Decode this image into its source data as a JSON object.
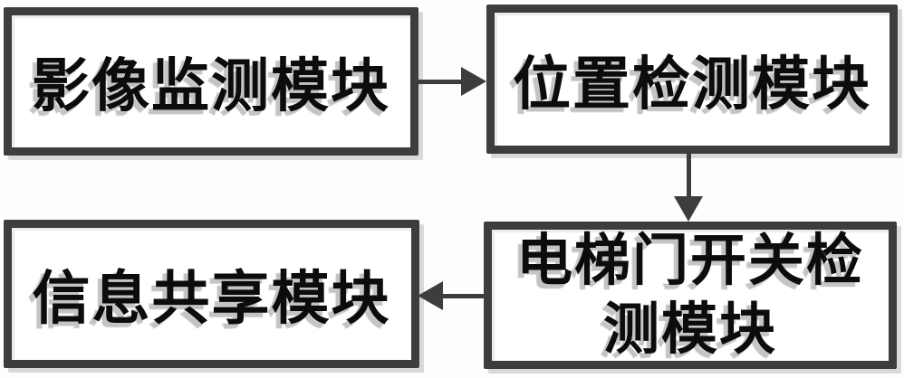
{
  "diagram": {
    "type": "block-diagram",
    "boxes": [
      {
        "id": "image-monitoring",
        "label": "影像监测模块"
      },
      {
        "id": "position-detection",
        "label": "位置检测模块"
      },
      {
        "id": "elevator-door-switch-detection",
        "label": "电梯门开关检测模块",
        "lines": [
          "电梯门开关检",
          "测模块"
        ]
      },
      {
        "id": "information-sharing",
        "label": "信息共享模块"
      }
    ],
    "connections": [
      {
        "from": "image-monitoring",
        "to": "position-detection",
        "direction": "right"
      },
      {
        "from": "position-detection",
        "to": "elevator-door-switch-detection",
        "direction": "down"
      },
      {
        "from": "elevator-door-switch-detection",
        "to": "information-sharing",
        "direction": "left"
      }
    ],
    "colors": {
      "box_border": "#3d3d3d",
      "arrow": "#3d3d3d",
      "text": "#0c0c0c",
      "text_shadow": "#c4c4c4",
      "box_shadow": "#d9d9d9",
      "background": "#fdfdfd"
    }
  }
}
